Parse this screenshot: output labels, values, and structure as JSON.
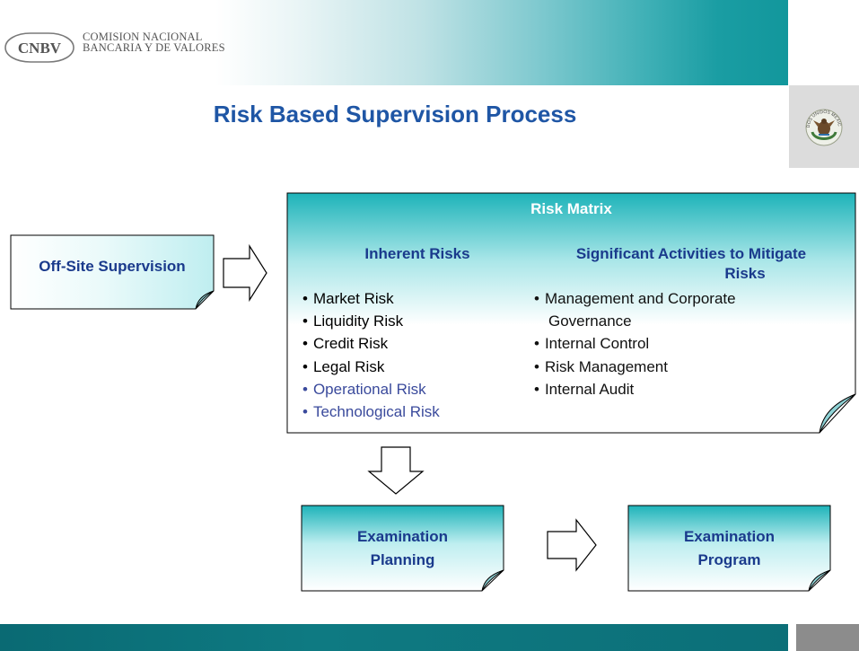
{
  "header": {
    "logo_abbrev": "CNBV",
    "org_line1": "COMISION NACIONAL",
    "org_line2": "BANCARIA Y DE VALORES",
    "seal_icon": "mexican-coat-of-arms-seal",
    "seal_text": "ESTADOS UNIDOS MEXICANOS"
  },
  "title": "Risk Based Supervision Process",
  "nodes": {
    "offsite": "Off-Site Supervision",
    "matrix": {
      "title": "Risk Matrix",
      "inherent": {
        "heading": "Inherent Risks",
        "items": [
          "Market Risk",
          "Liquidity Risk",
          "Credit Risk",
          "Legal Risk",
          "Operational Risk",
          "Technological Risk"
        ]
      },
      "mitigate": {
        "heading_line1": "Significant Activities to Mitigate",
        "heading_line2": "Risks",
        "items": [
          {
            "line1": "Management and  Corporate",
            "line2": "Governance"
          },
          {
            "line1": "Internal Control",
            "line2": ""
          },
          {
            "line1": "Risk Management",
            "line2": ""
          },
          {
            "line1": "Internal Audit",
            "line2": ""
          }
        ]
      }
    },
    "exam_planning": {
      "line1": "Examination",
      "line2": "Planning"
    },
    "exam_program": {
      "line1": "Examination",
      "line2": "Program"
    }
  },
  "bullet": "•",
  "colors": {
    "teal": "#1fb3b8",
    "title_blue": "#1f56a5",
    "label_navy": "#1a3a8c",
    "footer": "#0c6f78"
  }
}
